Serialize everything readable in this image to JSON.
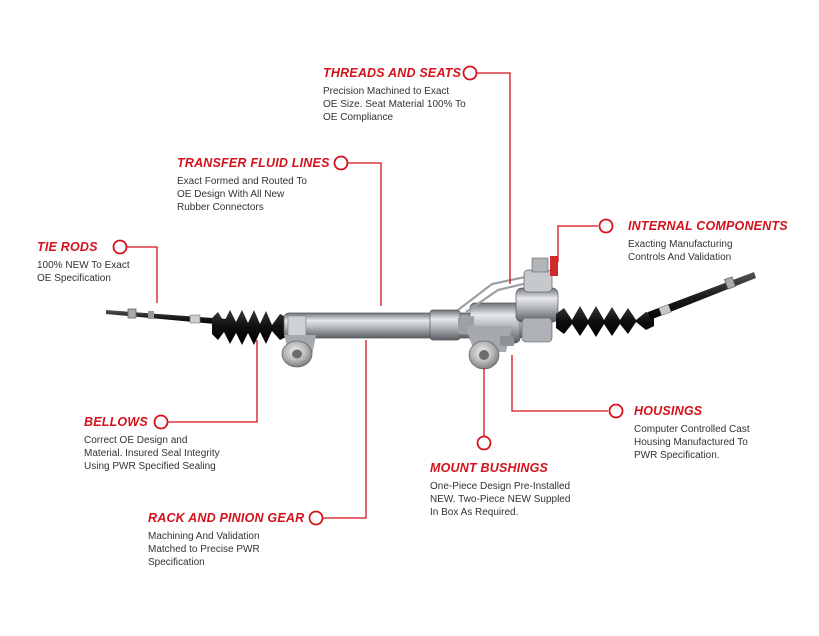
{
  "callouts": {
    "threads": {
      "title": "THREADS AND SEATS",
      "lines": [
        "Precision Machined to Exact",
        "OE Size. Seat Material 100% To",
        "OE Compliance"
      ]
    },
    "transfer": {
      "title": "TRANSFER FLUID LINES",
      "lines": [
        "Exact Formed and Routed To",
        "OE Design With All New",
        "Rubber Connectors"
      ]
    },
    "tierods": {
      "title": "TIE RODS",
      "lines": [
        "100% NEW To Exact",
        "OE Specification"
      ]
    },
    "internal": {
      "title": "INTERNAL COMPONENTS",
      "lines": [
        "Exacting Manufacturing",
        "Controls And Validation"
      ]
    },
    "bellows": {
      "title": "BELLOWS",
      "lines": [
        "Correct OE Design and",
        "Material. Insured Seal Integrity",
        "Using PWR Specified Sealing"
      ]
    },
    "housings": {
      "title": "HOUSINGS",
      "lines": [
        "Computer Controlled Cast",
        "Housing Manufactured To",
        "PWR Specification."
      ]
    },
    "mount": {
      "title": "MOUNT BUSHINGS",
      "lines": [
        "One-Piece Design Pre-Installed",
        "NEW. Two-Piece NEW Suppled",
        "In Box As Required."
      ]
    },
    "rack": {
      "title": "RACK AND PINION GEAR",
      "lines": [
        "Machining And Validation",
        "Matched to Precise PWR",
        "Specification"
      ]
    }
  },
  "colors": {
    "accent": "#d3121c",
    "text": "#333333"
  }
}
